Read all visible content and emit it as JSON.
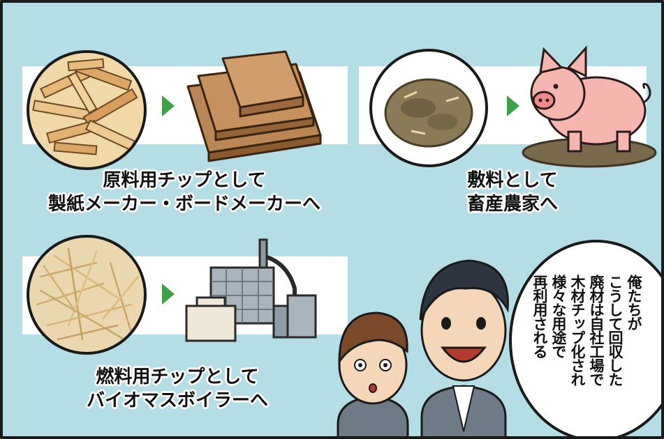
{
  "scene": {
    "bg_color": "#b5dde6",
    "arrow_color": "#3fa048",
    "items": [
      {
        "caption_lines": [
          "原料用チップとして",
          "製紙メーカー・ボードメーカーへ"
        ]
      },
      {
        "caption_lines": [
          "敷料として",
          "畜産農家へ"
        ]
      },
      {
        "caption_lines": [
          "燃料用チップとして",
          "バイオマスボイラーへ"
        ]
      }
    ],
    "speech_bubble": {
      "lines": [
        "俺たちが",
        "こうして回収した",
        "廃材は自社工場で",
        "木材チップ化され",
        "様々な用途で",
        "再利用される"
      ]
    }
  }
}
